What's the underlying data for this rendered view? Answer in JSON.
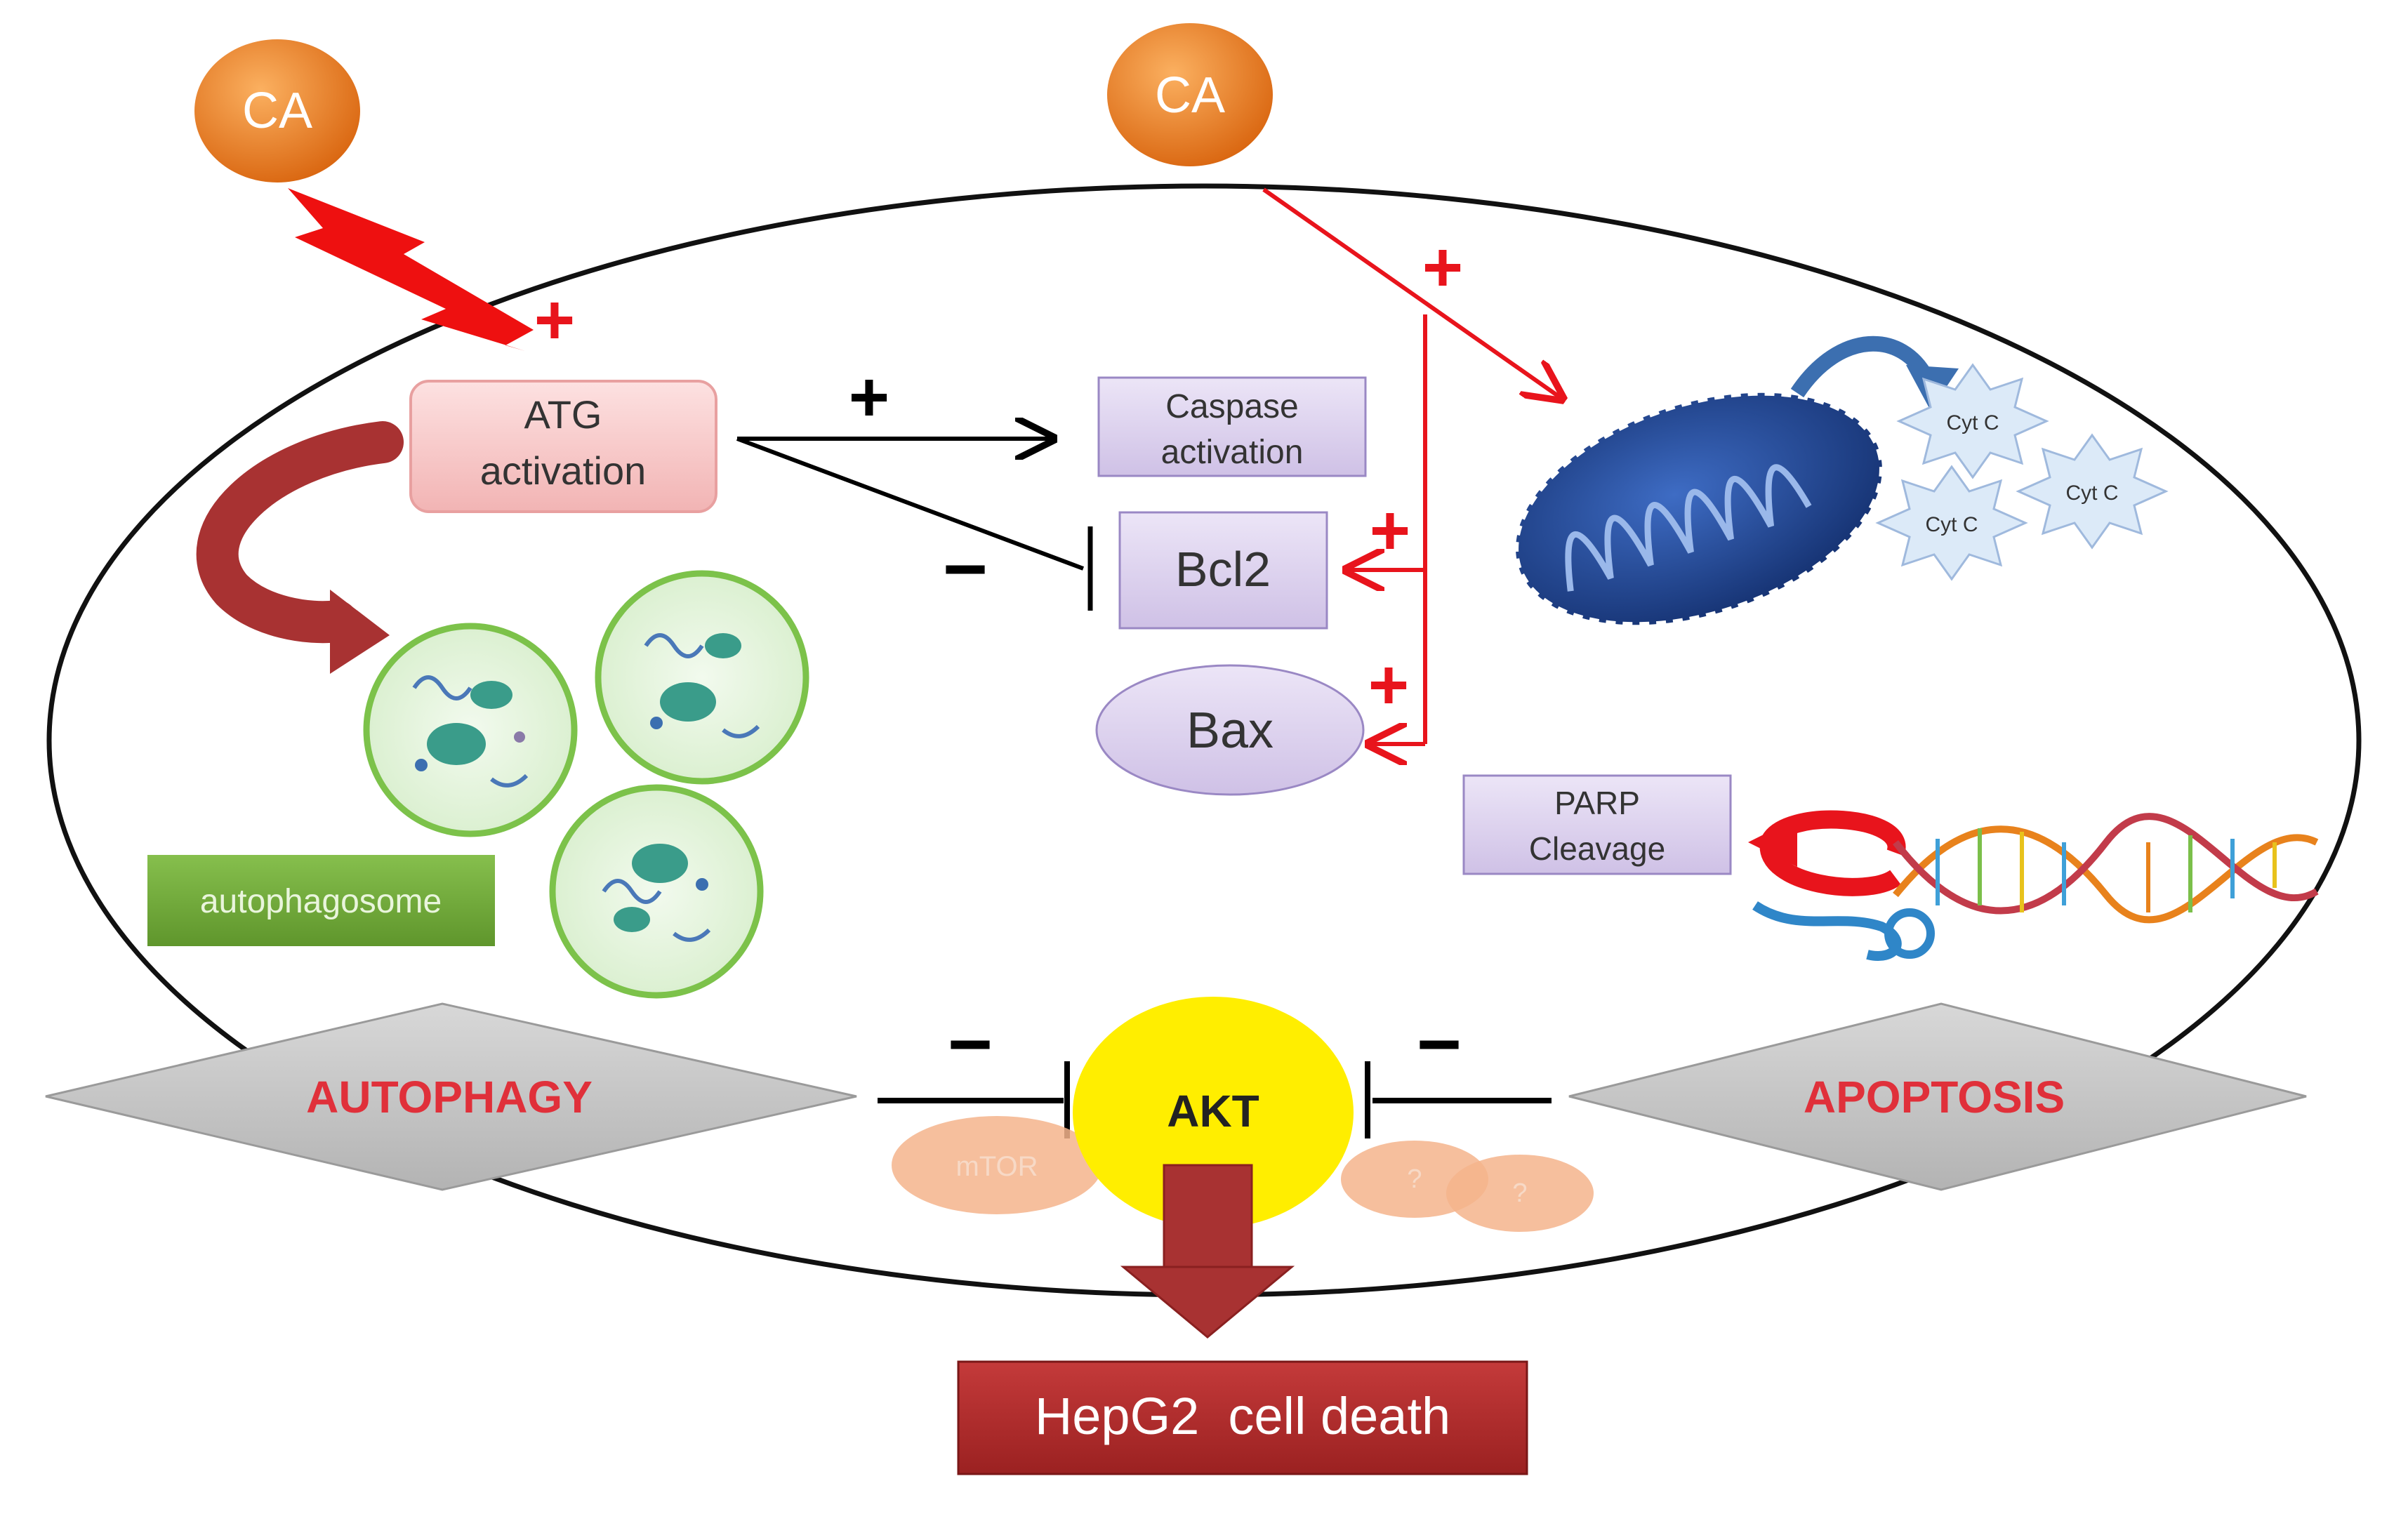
{
  "nodes": {
    "ca_left": "CA",
    "ca_right": "CA",
    "atg_line1": "ATG",
    "atg_line2": "activation",
    "caspase_line1": "Caspase",
    "caspase_line2": "activation",
    "bcl2": "Bcl2",
    "bax": "Bax",
    "cytc_1": "Cyt C",
    "cytc_2": "Cyt C",
    "cytc_3": "Cyt C",
    "parp_line1": "PARP",
    "parp_line2": "Cleavage",
    "autophagosome": "autophagosome",
    "autophagy": "AUTOPHAGY",
    "apoptosis": "APOPTOSIS",
    "akt": "AKT",
    "mtor": "mTOR",
    "unknown_1": "?",
    "unknown_2": "?",
    "outcome": "HepG2  cell death"
  },
  "signs": {
    "plus": "+",
    "minus": "−"
  },
  "colors": {
    "ca_orange": "#e8791c",
    "activation_red": "#e8141c",
    "atg_fill": "#f6c9c9",
    "protein_purple": "#ddd2ee",
    "autophagosome_green": "#6fa83a",
    "diamond_grey": "#c8c8c8",
    "pathway_text_red": "#e0303a",
    "akt_yellow": "#ffee00",
    "outcome_fill": "#b02a2a",
    "mitochondria_blue": "#1e3f8a",
    "big_arrow_darkred": "#a83232"
  }
}
